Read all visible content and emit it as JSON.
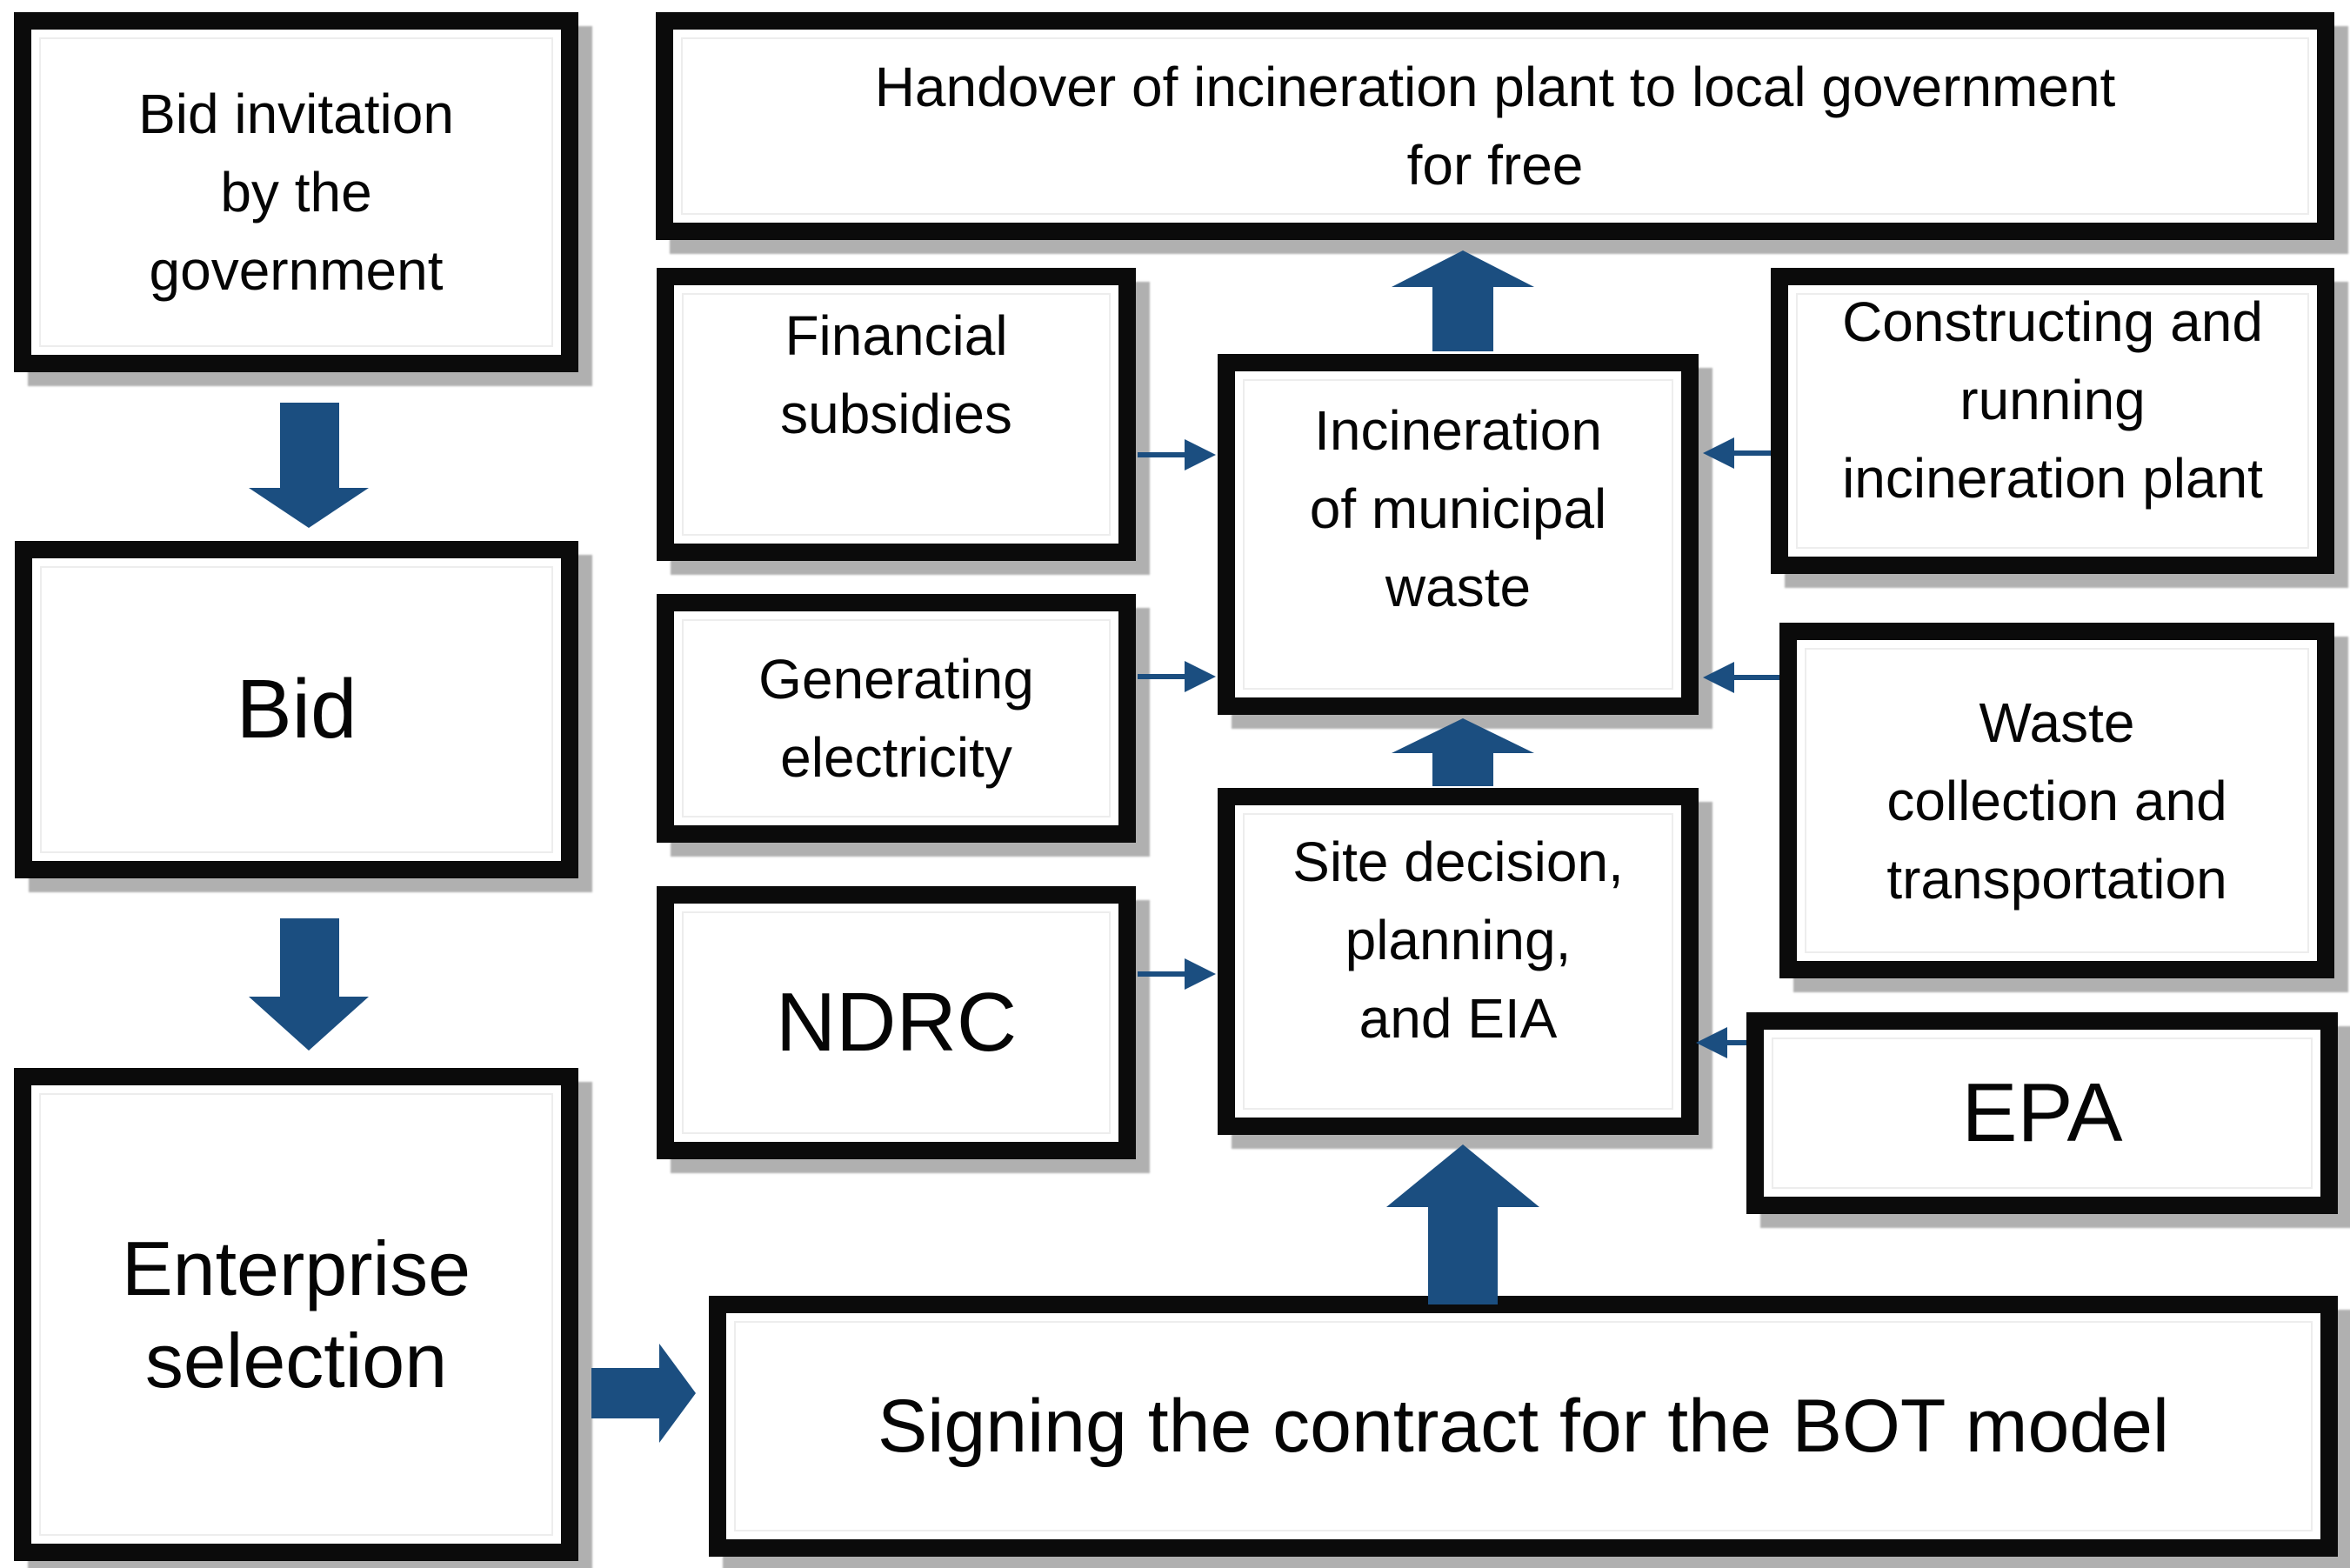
{
  "colors": {
    "arrow_blue": "#1b4e80",
    "border_black": "#0b0b0b",
    "shadow_gray": "#b0b0b0",
    "text_black": "#050505"
  },
  "boxes": {
    "bid_invitation": {
      "lines": [
        "Bid invitation",
        "by the",
        "government"
      ]
    },
    "bid": {
      "lines": [
        "Bid"
      ]
    },
    "enterprise_selection": {
      "lines": [
        "Enterprise",
        "selection"
      ]
    },
    "handover": {
      "lines": [
        "Handover of incineration plant to local government",
        "for free"
      ]
    },
    "financial_subsidies": {
      "lines": [
        "Financial",
        "subsidies"
      ]
    },
    "generating_electricity": {
      "lines": [
        "Generating",
        "electricity"
      ]
    },
    "ndrc": {
      "lines": [
        "NDRC"
      ]
    },
    "incineration": {
      "lines": [
        "Incineration",
        "of municipal",
        "waste"
      ]
    },
    "site_decision": {
      "lines": [
        "Site decision,",
        "planning,",
        "and EIA"
      ]
    },
    "constructing": {
      "lines": [
        "Constructing and",
        "running",
        "incineration plant"
      ]
    },
    "waste_collection": {
      "lines": [
        "Waste",
        "collection and",
        "transportation"
      ]
    },
    "epa": {
      "lines": [
        "EPA"
      ]
    },
    "signing": {
      "lines": [
        "Signing the contract for the BOT model"
      ]
    }
  },
  "connections": [
    {
      "from": "bid_invitation",
      "to": "bid",
      "style": "thick-block-arrow",
      "direction": "down"
    },
    {
      "from": "bid",
      "to": "enterprise_selection",
      "style": "thick-block-arrow",
      "direction": "down"
    },
    {
      "from": "enterprise_selection",
      "to": "signing",
      "style": "thick-block-arrow",
      "direction": "right"
    },
    {
      "from": "signing",
      "to": "site_decision",
      "style": "thick-block-arrow",
      "direction": "up"
    },
    {
      "from": "site_decision",
      "to": "incineration",
      "style": "thick-block-arrow",
      "direction": "up"
    },
    {
      "from": "incineration",
      "to": "handover",
      "style": "thick-block-arrow",
      "direction": "up"
    },
    {
      "from": "financial_subsidies",
      "to": "incineration",
      "style": "thin-arrow",
      "direction": "right"
    },
    {
      "from": "generating_electricity",
      "to": "incineration",
      "style": "thin-arrow",
      "direction": "right"
    },
    {
      "from": "ndrc",
      "to": "site_decision",
      "style": "thin-arrow",
      "direction": "right"
    },
    {
      "from": "constructing",
      "to": "incineration",
      "style": "thin-arrow",
      "direction": "left"
    },
    {
      "from": "waste_collection",
      "to": "incineration",
      "style": "thin-arrow",
      "direction": "left"
    },
    {
      "from": "epa",
      "to": "site_decision",
      "style": "thin-arrow",
      "direction": "left"
    }
  ]
}
